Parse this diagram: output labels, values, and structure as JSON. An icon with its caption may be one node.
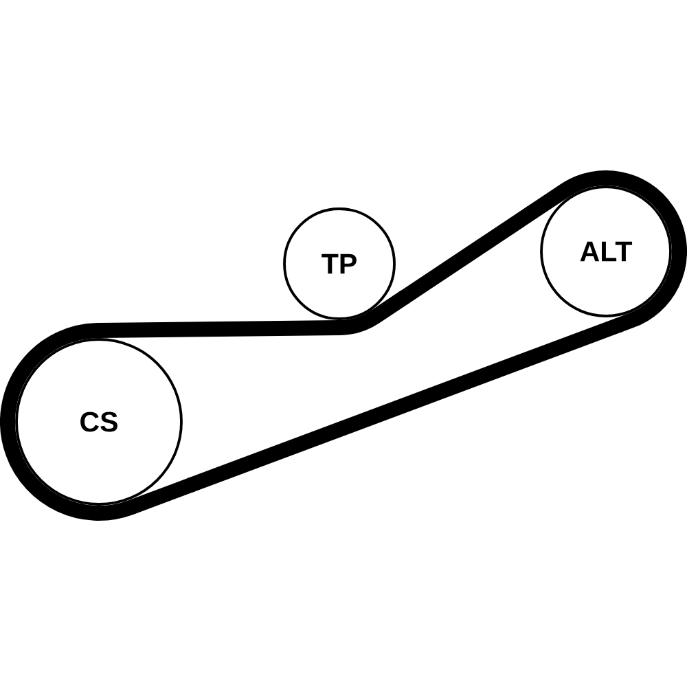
{
  "diagram": {
    "nodes": [
      {
        "text": [
          "TP"
        ]
      },
      {
        "text": [
          "ALT"
        ]
      },
      {
        "text": [
          "CS"
        ]
      }
    ],
    "edges": [
      {
        "from": 2,
        "to": 0,
        "arrow": "none"
      },
      {
        "from": 0,
        "to": 1,
        "arrow": "none"
      },
      {
        "from": 1,
        "to": 2,
        "arrow": "none"
      }
    ]
  }
}
